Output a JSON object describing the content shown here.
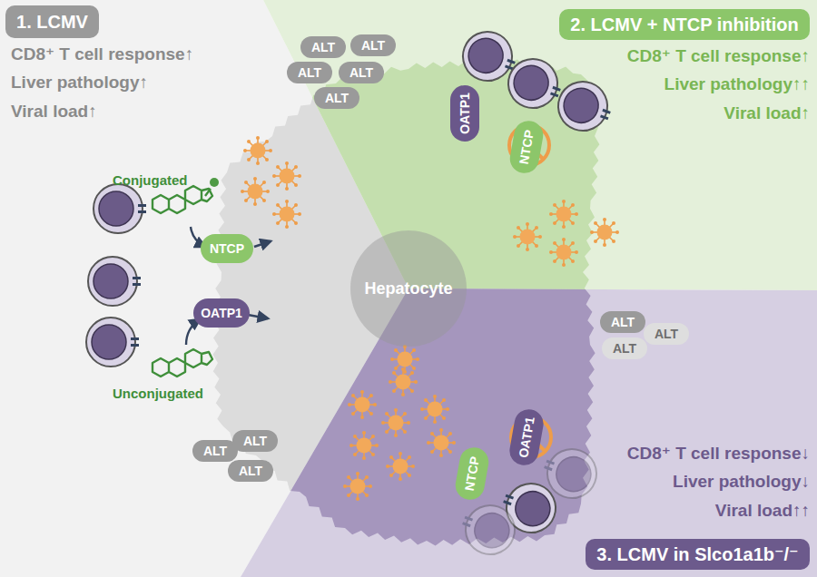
{
  "diagram": {
    "nodes": [
      {
        "text": [
          "1. LCMV"
        ]
      },
      {
        "text": [
          "2. LCMV + NTCP inhibition"
        ]
      },
      {
        "text": [
          "ALT"
        ]
      },
      {
        "text": [
          "ALT"
        ]
      },
      {
        "text": [
          "ALT"
        ]
      },
      {
        "text": [
          "ALT"
        ]
      },
      {
        "text": [
          "ALT"
        ]
      },
      {
        "text": [
          "OATP1"
        ]
      },
      {
        "text": [
          "NTCP"
        ]
      },
      {
        "text": [
          "NTCP"
        ]
      },
      {
        "text": [
          "Hepatocyte"
        ]
      },
      {
        "text": [
          "OATP1"
        ]
      },
      {
        "text": [
          "ALT"
        ]
      },
      {
        "text": [
          "ALT"
        ]
      },
      {
        "text": [
          "ALT"
        ]
      },
      {
        "text": [
          "OATP1"
        ]
      },
      {
        "text": [
          "NTCP"
        ]
      },
      {
        "text": [
          "ALT"
        ]
      },
      {
        "text": [
          "ALT"
        ]
      },
      {
        "text": [
          "ALT"
        ]
      },
      {
        "text": [
          "3. LCMV in Slco1a1b⁻/⁻"
        ]
      }
    ],
    "labels": [
      "CD8⁺ T cell response↑",
      "Liver pathology↑",
      "Viral load↑",
      "CD8⁺ T cell response↑",
      "Liver pathology↑↑",
      "Viral load↑",
      "Conjugated",
      "Unconjugated",
      "CD8⁺ T cell response↓",
      "Liver pathology↓",
      "Viral load↑↑"
    ]
  }
}
